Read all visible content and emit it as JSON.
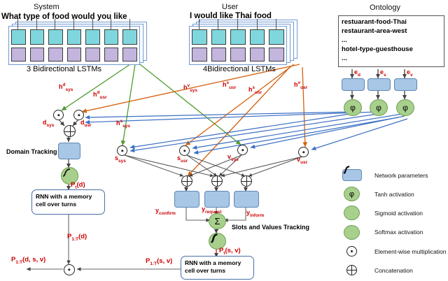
{
  "system": {
    "title": "System",
    "utterance": "What type of food would you like",
    "caption": "3 Bidirectional LSTMs",
    "layers": 3,
    "cells": 7
  },
  "user": {
    "title": "User",
    "utterance": "I would like Thai food",
    "caption": "4Bidirectional LSTMs",
    "layers": 4,
    "cells": 5
  },
  "ontology": {
    "title": "Ontology",
    "lines": [
      "restuarant-food-Thai",
      "restaurant-area-west",
      "...",
      "hotel-type-guesthouse",
      "..."
    ],
    "embeddings": [
      "e",
      "e",
      "e"
    ],
    "embedding_subs": [
      "d",
      "s",
      "v"
    ],
    "tanh_glyph": "φ"
  },
  "hidden_labels": [
    {
      "base": "h",
      "sup": "d",
      "sub": "sys"
    },
    {
      "base": "h",
      "sup": "d",
      "sub": "usr"
    },
    {
      "base": "h",
      "sup": "s",
      "sub": "sys"
    },
    {
      "base": "h",
      "sup": "v",
      "sub": "sys"
    },
    {
      "base": "h",
      "sup": "s",
      "sub": "usr"
    },
    {
      "base": "h",
      "sup": "s",
      "sub": "usr"
    },
    {
      "base": "h",
      "sup": "v",
      "sub": "usr"
    }
  ],
  "nodes": {
    "d_sys": "d",
    "d_sys_sub": "sys",
    "d_usr": "d",
    "d_usr_sub": "usr",
    "s_sys": "s",
    "s_sys_sub": "sys",
    "s_usr": "s",
    "s_usr_sub": "usr",
    "v_sys": "v",
    "v_sys_sub": "sys",
    "v_usr": "v",
    "v_usr_sub": "usr"
  },
  "domain": {
    "tracking_label": "Domain Tracking",
    "prob_t": "P",
    "prob_t_sub": "t",
    "prob_t_arg": "(d)",
    "rnn_text": "RNN with a memory cell over turns",
    "prob_T": "P",
    "prob_T_sub": "1:T",
    "prob_T_arg": "(d)"
  },
  "slots": {
    "tracking_label": "Slots and Values Tracking",
    "y_confirm": "y",
    "y_confirm_sub": "confirm",
    "y_request": "y",
    "y_request_sub": "request",
    "y_inform": "y",
    "y_inform_sub": "inform",
    "sum_glyph": "Σ",
    "prob_t": "P",
    "prob_t_sub": "t",
    "prob_t_arg": "(s, v)",
    "rnn_text": "RNN with a memory cell over turns",
    "prob_T": "P",
    "prob_T_sub": "1:T",
    "prob_T_arg": "(s, v)"
  },
  "final_output": {
    "base": "P",
    "sub": "1:T",
    "arg": "(d, s, v)"
  },
  "legend": {
    "items": [
      {
        "icon": "network-parameters-box",
        "label": "Network parameters"
      },
      {
        "icon": "tanh-circle",
        "glyph": "φ",
        "label": "Tanh activation"
      },
      {
        "icon": "sigmoid-circle",
        "label": "Sigmoid activation"
      },
      {
        "icon": "softmax-circle",
        "label": "Softmax activation"
      },
      {
        "icon": "elementwise-multiply-circle",
        "label": "Element-wise multiplication"
      },
      {
        "icon": "concatenation-circle",
        "label": "Concatenation"
      }
    ]
  },
  "colors": {
    "system_green": "#4f9c2f",
    "user_orange": "#d4610f",
    "ontology_blue": "#3b6fc4",
    "label_red": "#cc0000",
    "network_box": "#a8c6e6",
    "activation_green": "#a8d08d",
    "cell_cyan": "#7fd7dd",
    "cell_purple": "#c3b5de"
  }
}
